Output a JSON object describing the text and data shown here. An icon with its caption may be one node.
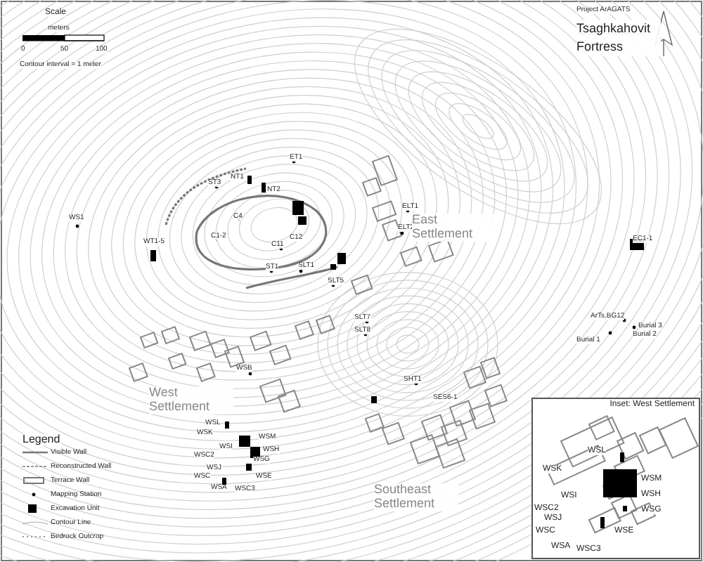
{
  "diagram": {
    "title": "Tsaghkahovit Fortress",
    "nodes": [
      {
        "text": [
          "Inset: West Settlement"
        ]
      }
    ],
    "labels": [
      "Scale",
      "meters",
      "0",
      "50",
      "100",
      "Contour interval = 1 meter",
      "Project ArAGATS",
      "ET1",
      "ST3",
      "NT1",
      "NT2",
      "C4",
      "C1-2",
      "C12",
      "C11",
      "WS1",
      "WT1-5",
      "ST1",
      "SLT1",
      "SLT5",
      "ELT1",
      "ELT2",
      "East Settlement",
      "EC1-1",
      "SLT7",
      "SLT8",
      "ArTs.BG12",
      "Burial 3",
      "Burial 1",
      "Burial 2",
      "SHT1",
      "SES6-1",
      "West Settlement",
      "Southeast Settlement",
      "WSB",
      "WSL",
      "WSK",
      "WSM",
      "WSI",
      "WSH",
      "WSC2",
      "WSG",
      "WSJ",
      "WSC",
      "WSE",
      "WSA",
      "WSC3",
      "WSL",
      "WSK",
      "WSM",
      "WSI",
      "WSH",
      "WSC2",
      "WSG",
      "WSJ",
      "WSC",
      "WSE",
      "WSA",
      "WSC3",
      "Legend"
    ],
    "legend": [
      {
        "text": "Visible Wall"
      },
      {
        "text": "Reconstructed Wall"
      },
      {
        "text": "Terrace Wall"
      },
      {
        "text": "Mapping Station"
      },
      {
        "text": "Excavation Unit",
        "color": "#000000"
      },
      {
        "text": "Contour Line"
      },
      {
        "text": "Bedrock Outcrop"
      }
    ]
  }
}
